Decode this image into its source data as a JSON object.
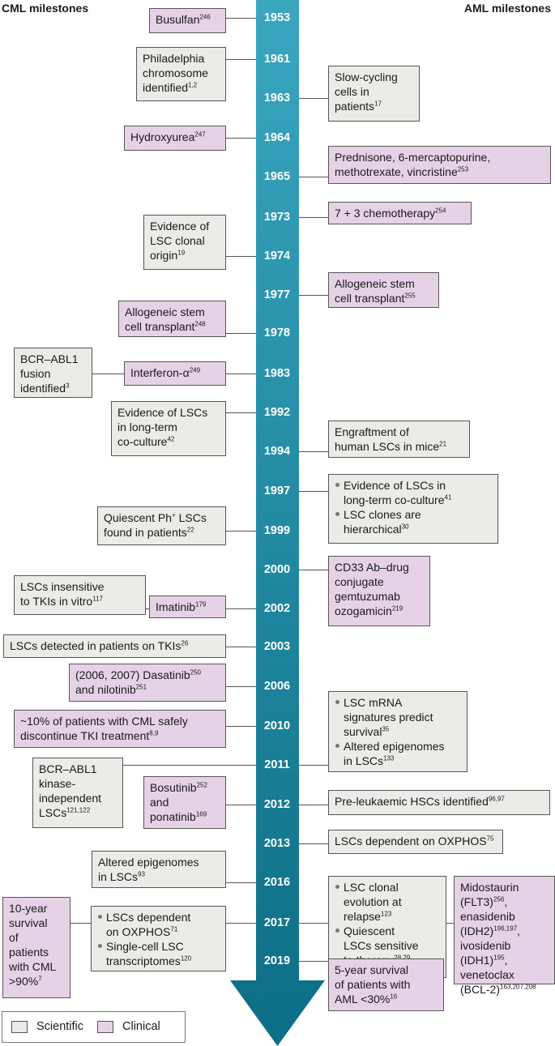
{
  "headers": {
    "left": "CML milestones",
    "right": "AML milestones"
  },
  "colors": {
    "scientific": "#ebebe8",
    "clinical": "#e6d2e7",
    "arrow_top": "#3aa6c0",
    "arrow_bottom": "#0c6e86",
    "line": "#555555"
  },
  "years": [
    "1953",
    "1961",
    "1963",
    "1964",
    "1965",
    "1973",
    "1974",
    "1977",
    "1978",
    "1983",
    "1992",
    "1994",
    "1997",
    "1999",
    "2000",
    "2002",
    "2003",
    "2006",
    "2010",
    "2011",
    "2012",
    "2013",
    "2016",
    "2017",
    "2019"
  ],
  "legend": {
    "scientific": "Scientific",
    "clinical": "Clinical"
  },
  "events": [
    {
      "id": "busulfan",
      "side": "CML",
      "year": "1953",
      "kind": "clinical",
      "html": "Busulfan<sup>246</sup>"
    },
    {
      "id": "philadelphia",
      "side": "CML",
      "year": "1961",
      "kind": "scientific",
      "html": "Philadelphia<br>chromosome<br>identified<sup>1,2</sup>"
    },
    {
      "id": "slow-cycling",
      "side": "AML",
      "year": "1963",
      "kind": "scientific",
      "html": "Slow-cycling<br>cells in<br>patients<sup>17</sup>"
    },
    {
      "id": "hydroxyurea",
      "side": "CML",
      "year": "1964",
      "kind": "clinical",
      "html": "Hydroxyurea<sup>247</sup>"
    },
    {
      "id": "prednisone",
      "side": "AML",
      "year": "1965",
      "kind": "clinical",
      "html": "Prednisone, 6-mercaptopurine,<br>methotrexate, vincristine<sup>253</sup>"
    },
    {
      "id": "chemo-7-3",
      "side": "AML",
      "year": "1973",
      "kind": "clinical",
      "html": "7 + 3 chemotherapy<sup>254</sup>"
    },
    {
      "id": "lsc-clonal-origin",
      "side": "CML",
      "year": "1974",
      "kind": "scientific",
      "html": "Evidence of<br>LSC clonal<br>origin<sup>19</sup>"
    },
    {
      "id": "aml-allo-transplant",
      "side": "AML",
      "year": "1977",
      "kind": "clinical",
      "html": "Allogeneic stem<br>cell transplant<sup>255</sup>"
    },
    {
      "id": "cml-allo-transplant",
      "side": "CML",
      "year": "1978",
      "kind": "clinical",
      "html": "Allogeneic stem<br>cell transplant<sup>248</sup>"
    },
    {
      "id": "bcr-abl1-fusion",
      "side": "CML",
      "year": "1983",
      "kind": "scientific",
      "html": "BCR–ABL1<br>fusion<br>identified<sup>3</sup>"
    },
    {
      "id": "interferon",
      "side": "CML",
      "year": "1983",
      "kind": "clinical",
      "html": "Interferon-α<sup>249</sup>"
    },
    {
      "id": "cml-lsc-coculture",
      "side": "CML",
      "year": "1992",
      "kind": "scientific",
      "html": "Evidence of LSCs<br>in long-term<br>co-culture<sup>42</sup>"
    },
    {
      "id": "engraftment",
      "side": "AML",
      "year": "1994",
      "kind": "scientific",
      "html": "Engraftment of<br>human LSCs in mice<sup>21</sup>"
    },
    {
      "id": "aml-1997",
      "side": "AML",
      "year": "1997",
      "kind": "scientific",
      "list": [
        "Evidence of LSCs in<br>long-term co-culture<sup>41</sup>",
        "LSC clones are<br>hierarchical<sup>30</sup>"
      ]
    },
    {
      "id": "quiescent-ph",
      "side": "CML",
      "year": "1999",
      "kind": "scientific",
      "html": "Quiescent Ph<sup>+</sup> LSCs<br>found in patients<sup>22</sup>"
    },
    {
      "id": "cd33",
      "side": "AML",
      "year": "2000",
      "kind": "clinical",
      "html": "CD33 Ab–drug<br>conjugate<br>gemtuzumab<br>ozogamicin<sup>219</sup>"
    },
    {
      "id": "lsc-insensitive",
      "side": "CML",
      "year": "2002",
      "kind": "scientific",
      "html": "LSCs insensitive<br>to TKIs in vitro<sup>117</sup>"
    },
    {
      "id": "imatinib",
      "side": "CML",
      "year": "2002",
      "kind": "clinical",
      "html": "Imatinib<sup>179</sup>"
    },
    {
      "id": "lsc-detected",
      "side": "CML",
      "year": "2003",
      "kind": "scientific",
      "html": "LSCs detected in patients on TKIs<sup>26</sup>"
    },
    {
      "id": "dasatinib",
      "side": "CML",
      "year": "2006",
      "kind": "clinical",
      "html": "(2006, 2007) Dasatinib<sup>250</sup><br>and nilotinib<sup>251</sup>"
    },
    {
      "id": "discontinue",
      "side": "CML",
      "year": "2010",
      "kind": "clinical",
      "html": "~10% of patients with CML safely<br>discontinue TKI treatment<sup>8,9</sup>"
    },
    {
      "id": "aml-2011",
      "side": "AML",
      "year": "2011",
      "kind": "scientific",
      "list": [
        "LSC mRNA<br>signatures predict<br>survival<sup>35</sup>",
        "Altered epigenomes<br>in LSCs<sup>133</sup>"
      ]
    },
    {
      "id": "kinase-independent",
      "side": "CML",
      "year": "2011",
      "kind": "scientific",
      "html": "BCR–ABL1<br>kinase-<br>independent<br>LSCs<sup>121,122</sup>"
    },
    {
      "id": "bosutinib",
      "side": "CML",
      "year": "2012",
      "kind": "clinical",
      "html": "Bosutinib<sup>252</sup><br>and<br>ponatinib<sup>169</sup>"
    },
    {
      "id": "pre-leukaemic",
      "side": "AML",
      "year": "2012",
      "kind": "scientific",
      "html": "Pre-leukaemic HSCs identified<sup>96,97</sup>"
    },
    {
      "id": "oxphos-aml",
      "side": "AML",
      "year": "2013",
      "kind": "scientific",
      "html": "LSCs dependent on OXPHOS<sup>75</sup>"
    },
    {
      "id": "epigenomes-cml",
      "side": "CML",
      "year": "2016",
      "kind": "scientific",
      "html": "Altered epigenomes<br>in LSCs<sup>93</sup>"
    },
    {
      "id": "survival-cml",
      "side": "CML",
      "year": "2017",
      "kind": "clinical",
      "html": "10-year<br>survival<br>of<br>patients<br>with CML<br>&gt;90%<sup>7</sup>"
    },
    {
      "id": "cml-2017",
      "side": "CML",
      "year": "2017",
      "kind": "scientific",
      "list": [
        "LSCs dependent<br>on OXPHOS<sup>71</sup>",
        "Single-cell LSC<br>transcriptomes<sup>120</sup>"
      ]
    },
    {
      "id": "aml-2017",
      "side": "AML",
      "year": "2017",
      "kind": "scientific",
      "list": [
        "LSC clonal<br>evolution at<br>relapse<sup>123</sup>",
        "Quiescent<br>LSCs sensitive<br>to therapy<sup>28,29</sup>"
      ]
    },
    {
      "id": "midostaurin",
      "side": "AML",
      "year": "2017",
      "kind": "clinical",
      "html": "Midostaurin<br>(FLT3)<sup>256</sup>,<br>enasidenib<br>(IDH2)<sup>196,197</sup>,<br>ivosidenib<br>(IDH1)<sup>195</sup>,<br>venetoclax<br>(BCL-2)<sup>163,207,208</sup>"
    },
    {
      "id": "survival-aml",
      "side": "AML",
      "year": "2019",
      "kind": "clinical",
      "html": "5-year survival<br>of patients with<br>AML &lt;30%<sup>16</sup>"
    }
  ]
}
